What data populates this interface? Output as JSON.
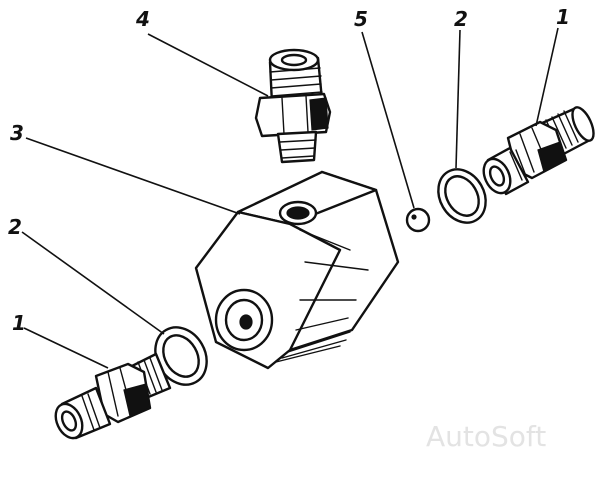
{
  "callouts": {
    "c4": "4",
    "c5": "5",
    "c2_top": "2",
    "c1_top": "1",
    "c3": "3",
    "c2_bottom": "2",
    "c1_bottom": "1"
  },
  "watermark": "AutoSoft",
  "colors": {
    "ink": "#111111",
    "paper": "#ffffff",
    "watermark": "#e3e3e3"
  }
}
